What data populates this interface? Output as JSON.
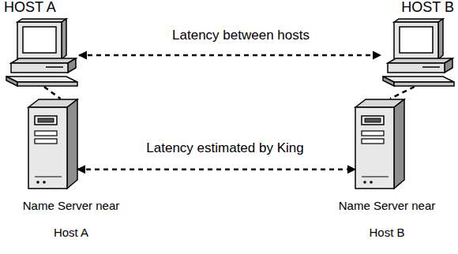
{
  "diagram": {
    "nodes": [
      {
        "text": [
          "HOST A"
        ]
      },
      {
        "text": [
          "HOST B"
        ]
      },
      {
        "text": [
          "Name Server near Host A"
        ]
      },
      {
        "text": [
          "Name Server near Host B"
        ]
      }
    ],
    "edges": [
      {
        "from": 0,
        "to": 1,
        "label": "Latency between hosts",
        "arrow": "both"
      },
      {
        "from": 2,
        "to": 3,
        "label": "Latency estimated by King",
        "arrow": "both"
      },
      {
        "from": 0,
        "to": 2,
        "arrow": "none"
      },
      {
        "from": 1,
        "to": 3,
        "arrow": "none"
      }
    ]
  }
}
